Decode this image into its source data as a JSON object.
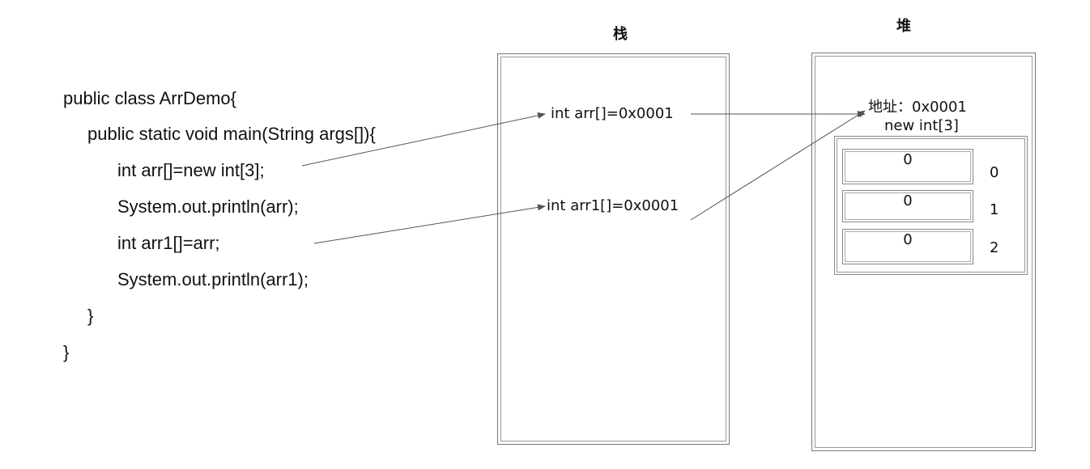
{
  "code": {
    "lines": [
      "public class ArrDemo{",
      "public static void main(String args[]){",
      "int arr[]=new int[3];",
      "System.out.println(arr);",
      "int arr1[]=arr;",
      "System.out.println(arr1);",
      "}",
      "}"
    ]
  },
  "stack": {
    "title": "栈",
    "entries": [
      "int arr[]=0x0001",
      "int arr1[]=0x0001"
    ]
  },
  "heap": {
    "title": "堆",
    "address": "地址：0x0001",
    "type": "new int[3]",
    "cells": [
      "0",
      "0",
      "0"
    ],
    "indices": [
      "0",
      "1",
      "2"
    ]
  },
  "colors": {
    "line": "#555555",
    "border": "#777777"
  }
}
